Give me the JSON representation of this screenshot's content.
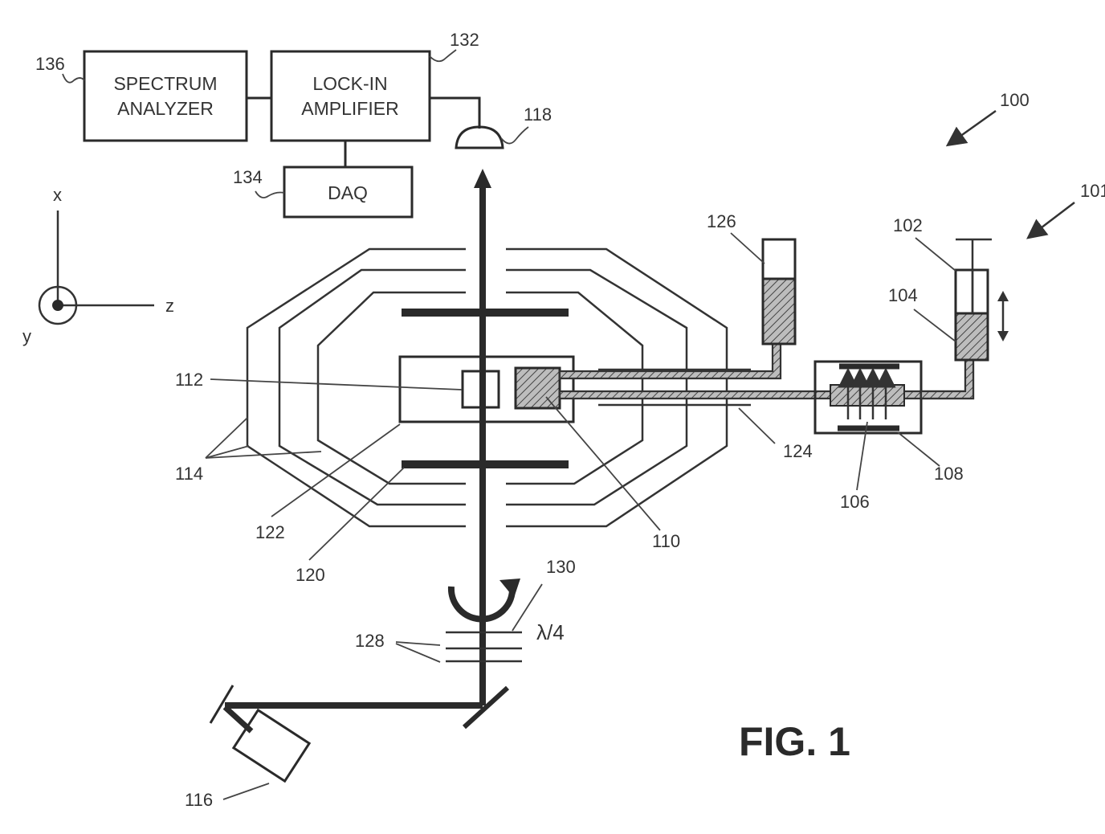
{
  "figure": {
    "title": "FIG. 1",
    "blocks": {
      "spectrum_analyzer": {
        "line1": "SPECTRUM",
        "line2": "ANALYZER",
        "ref": "136"
      },
      "lock_in_amplifier": {
        "line1": "LOCK-IN",
        "line2": "AMPLIFIER",
        "ref": "132"
      },
      "daq": {
        "text": "DAQ",
        "ref": "134"
      }
    },
    "axes": {
      "x": "x",
      "y": "y",
      "z": "z"
    },
    "waveplate_label": "λ/4",
    "refs": {
      "system": "100",
      "flow_system": "101",
      "syringe": "102",
      "fluid": "104",
      "hyperpolarizer_sample": "106",
      "magnets": "108",
      "sample_cell": "110",
      "vapor_cell": "112",
      "shield": "114",
      "laser": "116",
      "photodetector": "118",
      "coil_plates": "120",
      "oven": "122",
      "tubing": "124",
      "reservoir": "126",
      "polarizer": "128",
      "quarter_wave": "130"
    }
  }
}
